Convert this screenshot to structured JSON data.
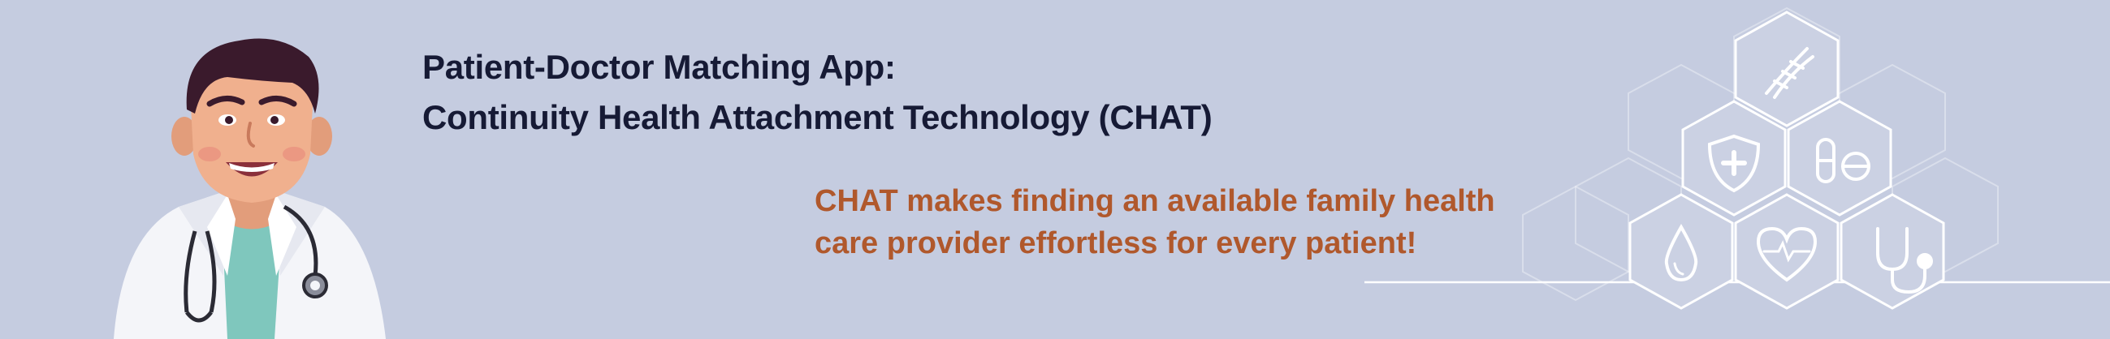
{
  "banner": {
    "title_line1": "Patient-Doctor Matching App:",
    "title_line2": "Continuity Health Attachment Technology (CHAT)",
    "tagline_line1": "CHAT makes finding an available family health",
    "tagline_line2": "care provider effortless for every patient!"
  },
  "colors": {
    "background": "#c5cce0",
    "title": "#161a35",
    "tagline": "#b0582c",
    "hex_line": "#ffffff"
  },
  "icons": [
    "dna-icon",
    "shield-cross-icon",
    "pill-icon",
    "drop-icon",
    "heart-pulse-icon",
    "stethoscope-icon"
  ]
}
